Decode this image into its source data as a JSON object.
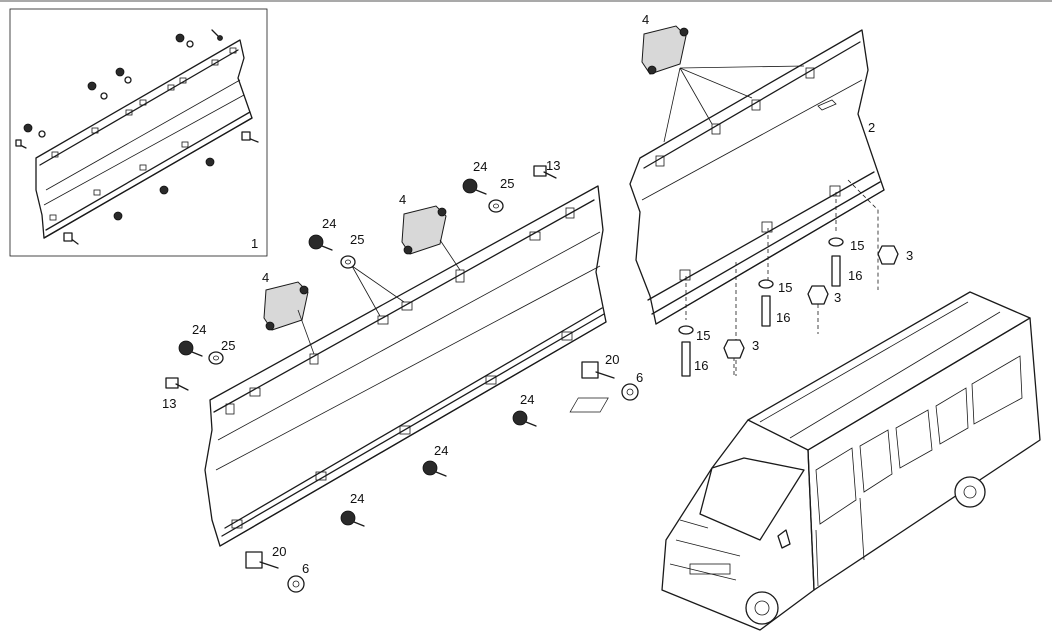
{
  "callouts": {
    "c1": "1",
    "c2": "2",
    "c3a": "3",
    "c3b": "3",
    "c3c": "3",
    "c4a": "4",
    "c4b": "4",
    "c4c": "4",
    "c6a": "6",
    "c6b": "6",
    "c13a": "13",
    "c13b": "13",
    "c15a": "15",
    "c15b": "15",
    "c15c": "15",
    "c16a": "16",
    "c16b": "16",
    "c16c": "16",
    "c20a": "20",
    "c20b": "20",
    "c24a": "24",
    "c24b": "24",
    "c24c": "24",
    "c24d": "24",
    "c24e": "24",
    "c24f": "24",
    "c25a": "25",
    "c25b": "25",
    "c25c": "25"
  }
}
